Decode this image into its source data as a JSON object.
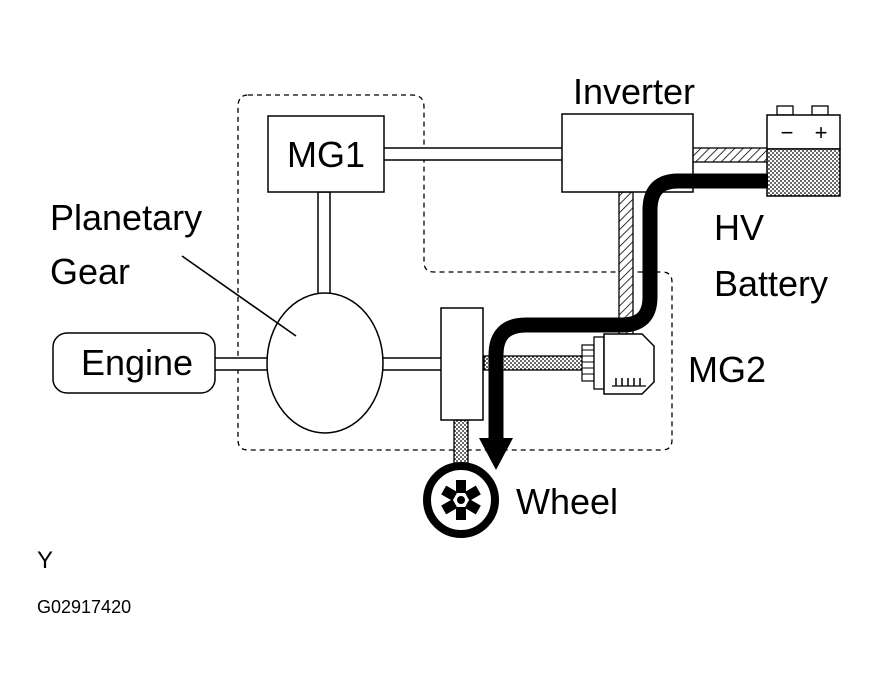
{
  "labels": {
    "inverter": "Inverter",
    "mg1": "MG1",
    "planetary_line1": "Planetary",
    "planetary_line2": "Gear",
    "engine": "Engine",
    "mg2": "MG2",
    "hv_line1": "HV",
    "hv_line2": "Battery",
    "wheel": "Wheel",
    "battery_minus": "−",
    "battery_plus": "+"
  },
  "footer": {
    "mark": "Y",
    "code": "G02917420"
  }
}
